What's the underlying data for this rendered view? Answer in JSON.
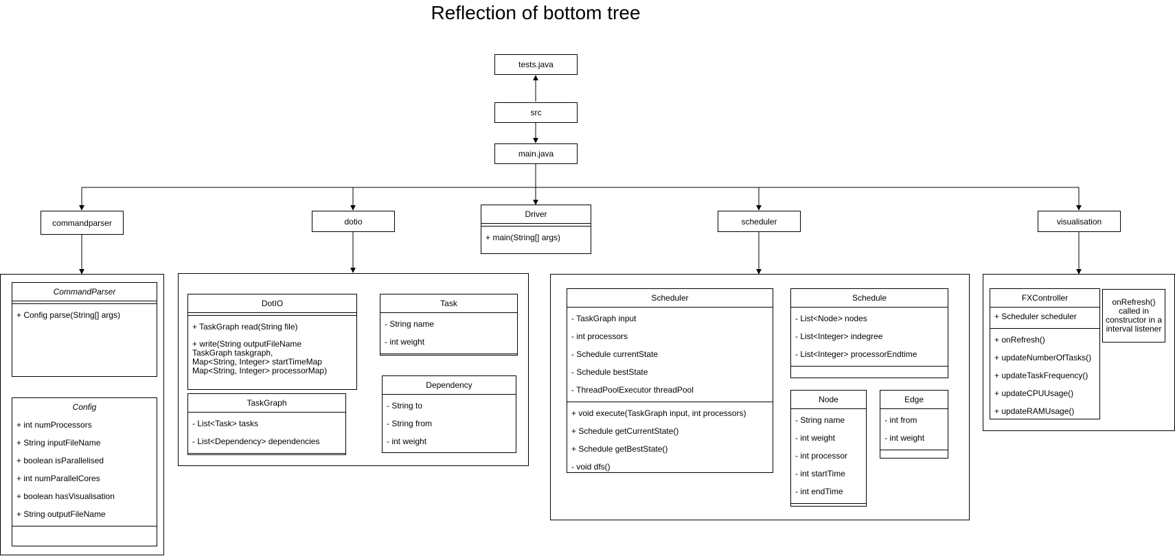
{
  "title": "Reflection of bottom tree",
  "nodes": {
    "tests": "tests.java",
    "src": "src",
    "main": "main.java",
    "commandparser": "commandparser",
    "dotio": "dotio",
    "scheduler": "scheduler",
    "visualisation": "visualisation"
  },
  "driver": {
    "name": "Driver",
    "methods": [
      "+ main(String[] args)"
    ]
  },
  "commandparser_pkg": {
    "command_parser": {
      "name": "CommandParser",
      "methods": [
        "+ Config parse(String[] args)"
      ]
    },
    "config": {
      "name": "Config",
      "fields": [
        " + int numProcessors",
        "+ String inputFileName",
        "+ boolean isParallelised",
        "+ int numParallelCores",
        "+ boolean hasVisualisation",
        "+ String outputFileName"
      ]
    }
  },
  "dotio_pkg": {
    "dotio_class": {
      "name": "DotIO",
      "methods": [
        "+ TaskGraph read(String file)",
        "+ write(String outputFileName\nTaskGraph taskgraph,\nMap<String, Integer> startTimeMap\nMap<String, Integer> processorMap)"
      ]
    },
    "task": {
      "name": "Task",
      "fields": [
        "- String name",
        "- int weight"
      ]
    },
    "task_graph": {
      "name": "TaskGraph",
      "fields": [
        "- List<Task> tasks",
        "- List<Dependency> dependencies"
      ]
    },
    "dependency": {
      "name": "Dependency",
      "fields": [
        "- String to",
        "- String from",
        "- int weight"
      ]
    }
  },
  "scheduler_pkg": {
    "scheduler_class": {
      "name": "Scheduler",
      "fields": [
        "- TaskGraph input",
        "- int processors",
        "- Schedule currentState",
        "- Schedule bestState",
        "- ThreadPoolExecutor threadPool"
      ],
      "methods": [
        "+ void execute(TaskGraph input, int processors)",
        "+ Schedule getCurrentState()",
        "+ Schedule getBestState()",
        "- void dfs()"
      ]
    },
    "schedule": {
      "name": "Schedule",
      "fields": [
        "- List<Node> nodes",
        "- List<Integer> indegree",
        "- List<Integer> processorEndtime"
      ]
    },
    "node": {
      "name": "Node",
      "fields": [
        "- String name",
        "- int weight",
        "- int processor",
        "- int startTime",
        "- int endTime"
      ]
    },
    "edge": {
      "name": "Edge",
      "fields": [
        "- int from",
        "- int weight"
      ]
    }
  },
  "visualisation_pkg": {
    "fx_controller": {
      "name": "FXController",
      "fields": [
        "+ Scheduler scheduler"
      ],
      "methods": [
        "+ onRefresh()",
        "+ updateNumberOfTasks()",
        "+ updateTaskFrequency()",
        "+ updateCPUUsage()",
        "+ updateRAMUsage()"
      ]
    },
    "note": "onRefresh()\ncalled in\nconstructor in a\ninterval listener"
  }
}
